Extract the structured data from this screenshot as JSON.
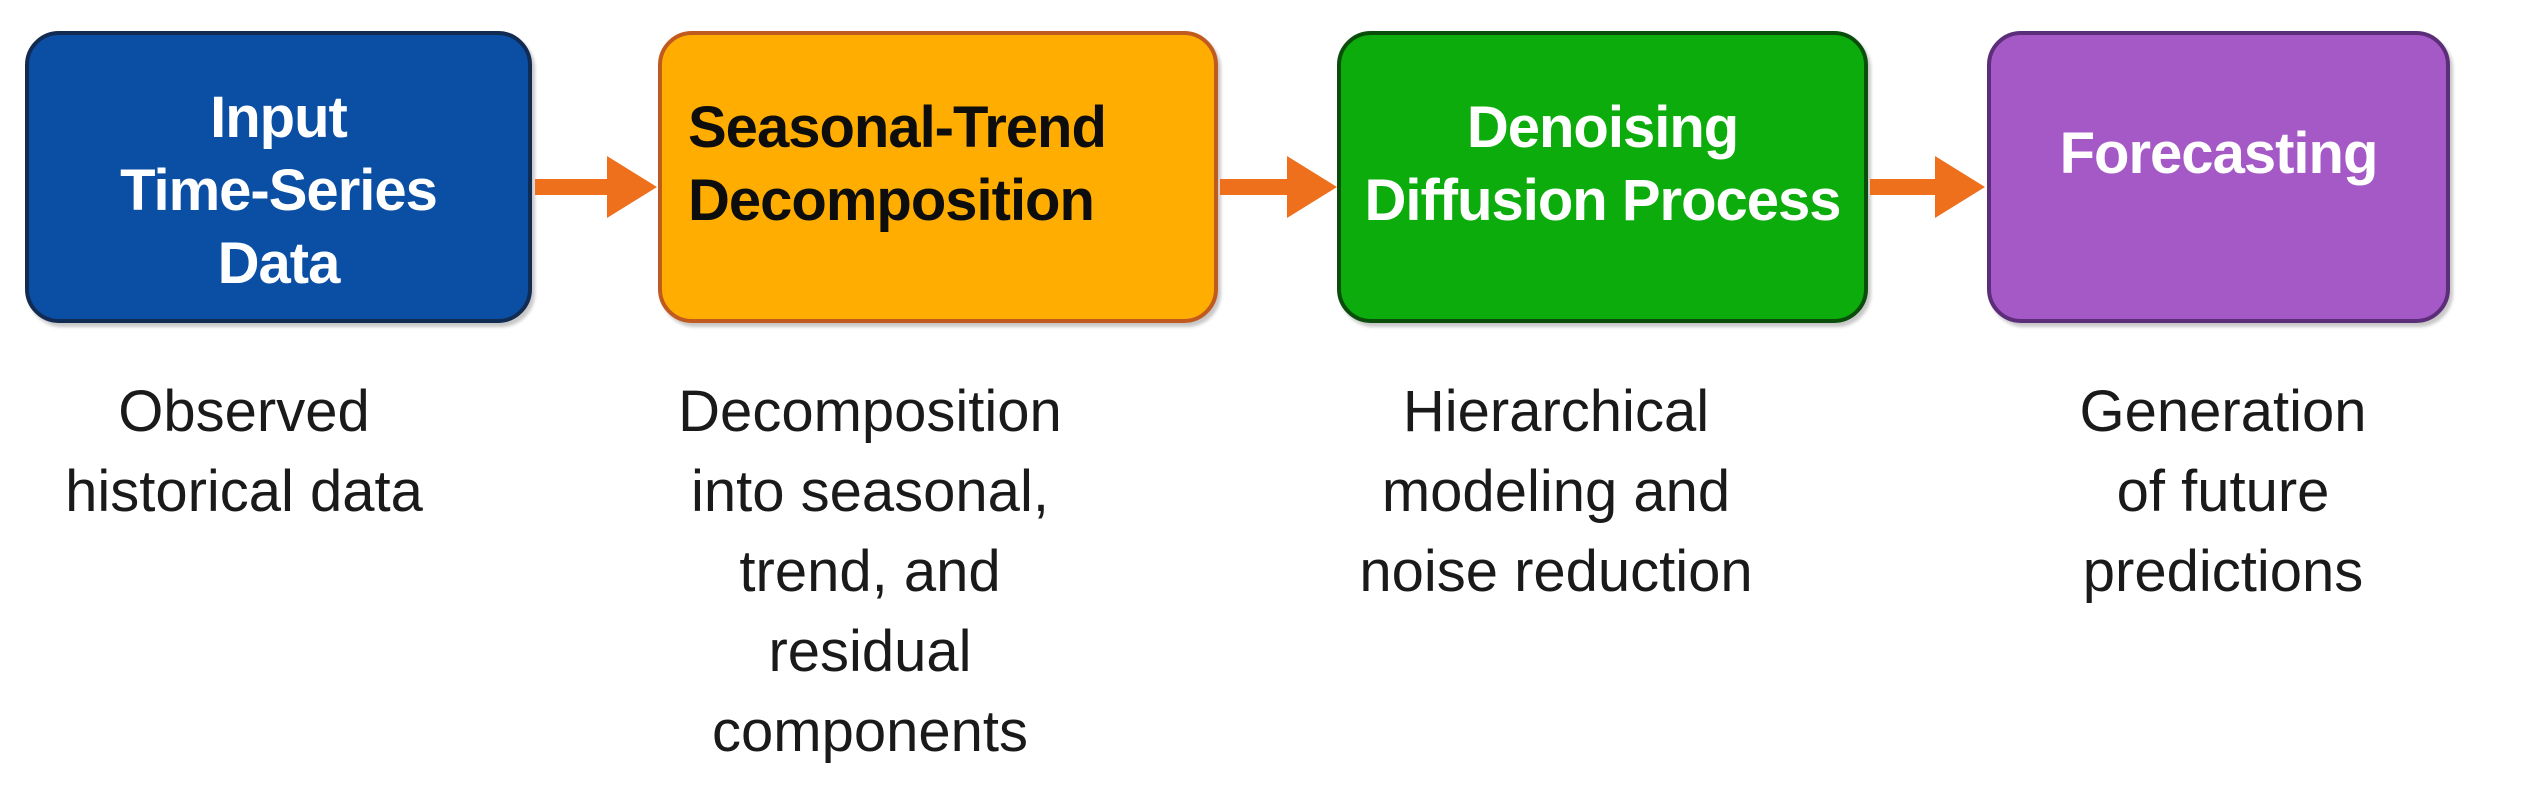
{
  "diagram": {
    "arrow_color": "#ee6f1c",
    "caption_text_color": "#1a1a1a",
    "steps": [
      {
        "id": "input-time-series-data",
        "box_lines": [
          "Input",
          "Time-Series",
          "Data"
        ],
        "caption_lines": [
          "Observed",
          "historical data"
        ],
        "fill": "#0b4fa5",
        "border": "#122b52",
        "text_color": "#ffffff"
      },
      {
        "id": "seasonal-trend-decomposition",
        "box_lines": [
          "Seasonal-Trend",
          "Decomposition"
        ],
        "caption_lines": [
          "Decomposition",
          "into seasonal,",
          "trend, and",
          "residual",
          "components"
        ],
        "fill": "#ffad00",
        "border": "#c05a1e",
        "text_color": "#0d0d0d"
      },
      {
        "id": "denoising-diffusion-process",
        "box_lines": [
          "Denoising",
          "Diffusion Process"
        ],
        "caption_lines": [
          "Hierarchical",
          "modeling and",
          "noise reduction"
        ],
        "fill": "#0bac0b",
        "border": "#0b4d0b",
        "text_color": "#ffffff"
      },
      {
        "id": "forecasting",
        "box_lines": [
          "Forecasting"
        ],
        "caption_lines": [
          "Generation",
          "of future",
          "predictions"
        ],
        "fill": "#a459c6",
        "border": "#5c2d78",
        "text_color": "#ffffff"
      }
    ]
  }
}
